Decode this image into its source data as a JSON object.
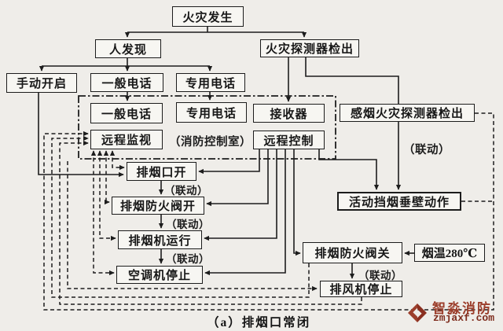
{
  "diagram": {
    "caption": "（a）排烟口常闭",
    "control_room_label": "（消防控制室）",
    "linkage_label": "（联动）",
    "nodes": {
      "fire_occurs": "火灾发生",
      "person_discovers": "人发现",
      "detector_detect": "火灾探测器检出",
      "manual_open": "手动开启",
      "general_phone_site": "一般电话",
      "special_phone_site": "专用电话",
      "general_phone_room": "一般电话",
      "special_phone_room": "专用电话",
      "receiver": "接收器",
      "remote_monitor": "远程监视",
      "remote_control": "远程控制",
      "smoke_detector_detect": "感烟火灾探测器检出",
      "vent_open": "排烟口开",
      "damper_open": "排烟防火阀开",
      "fan_run": "排烟机运行",
      "ac_stop": "空调机停止",
      "curtain_act": "活动挡烟垂壁动作",
      "damper_close": "排烟防火阀关",
      "smoke_temp": "烟温280℃",
      "exhaust_fan_stop": "排风机停止"
    },
    "watermark": {
      "name": "智淼消防",
      "site": "zmjaxf.com"
    },
    "colors": {
      "background": "#efede9",
      "line": "#1d1d1d",
      "watermark_red": "#9c3f2c",
      "watermark_dark": "#7e2c1d"
    }
  }
}
